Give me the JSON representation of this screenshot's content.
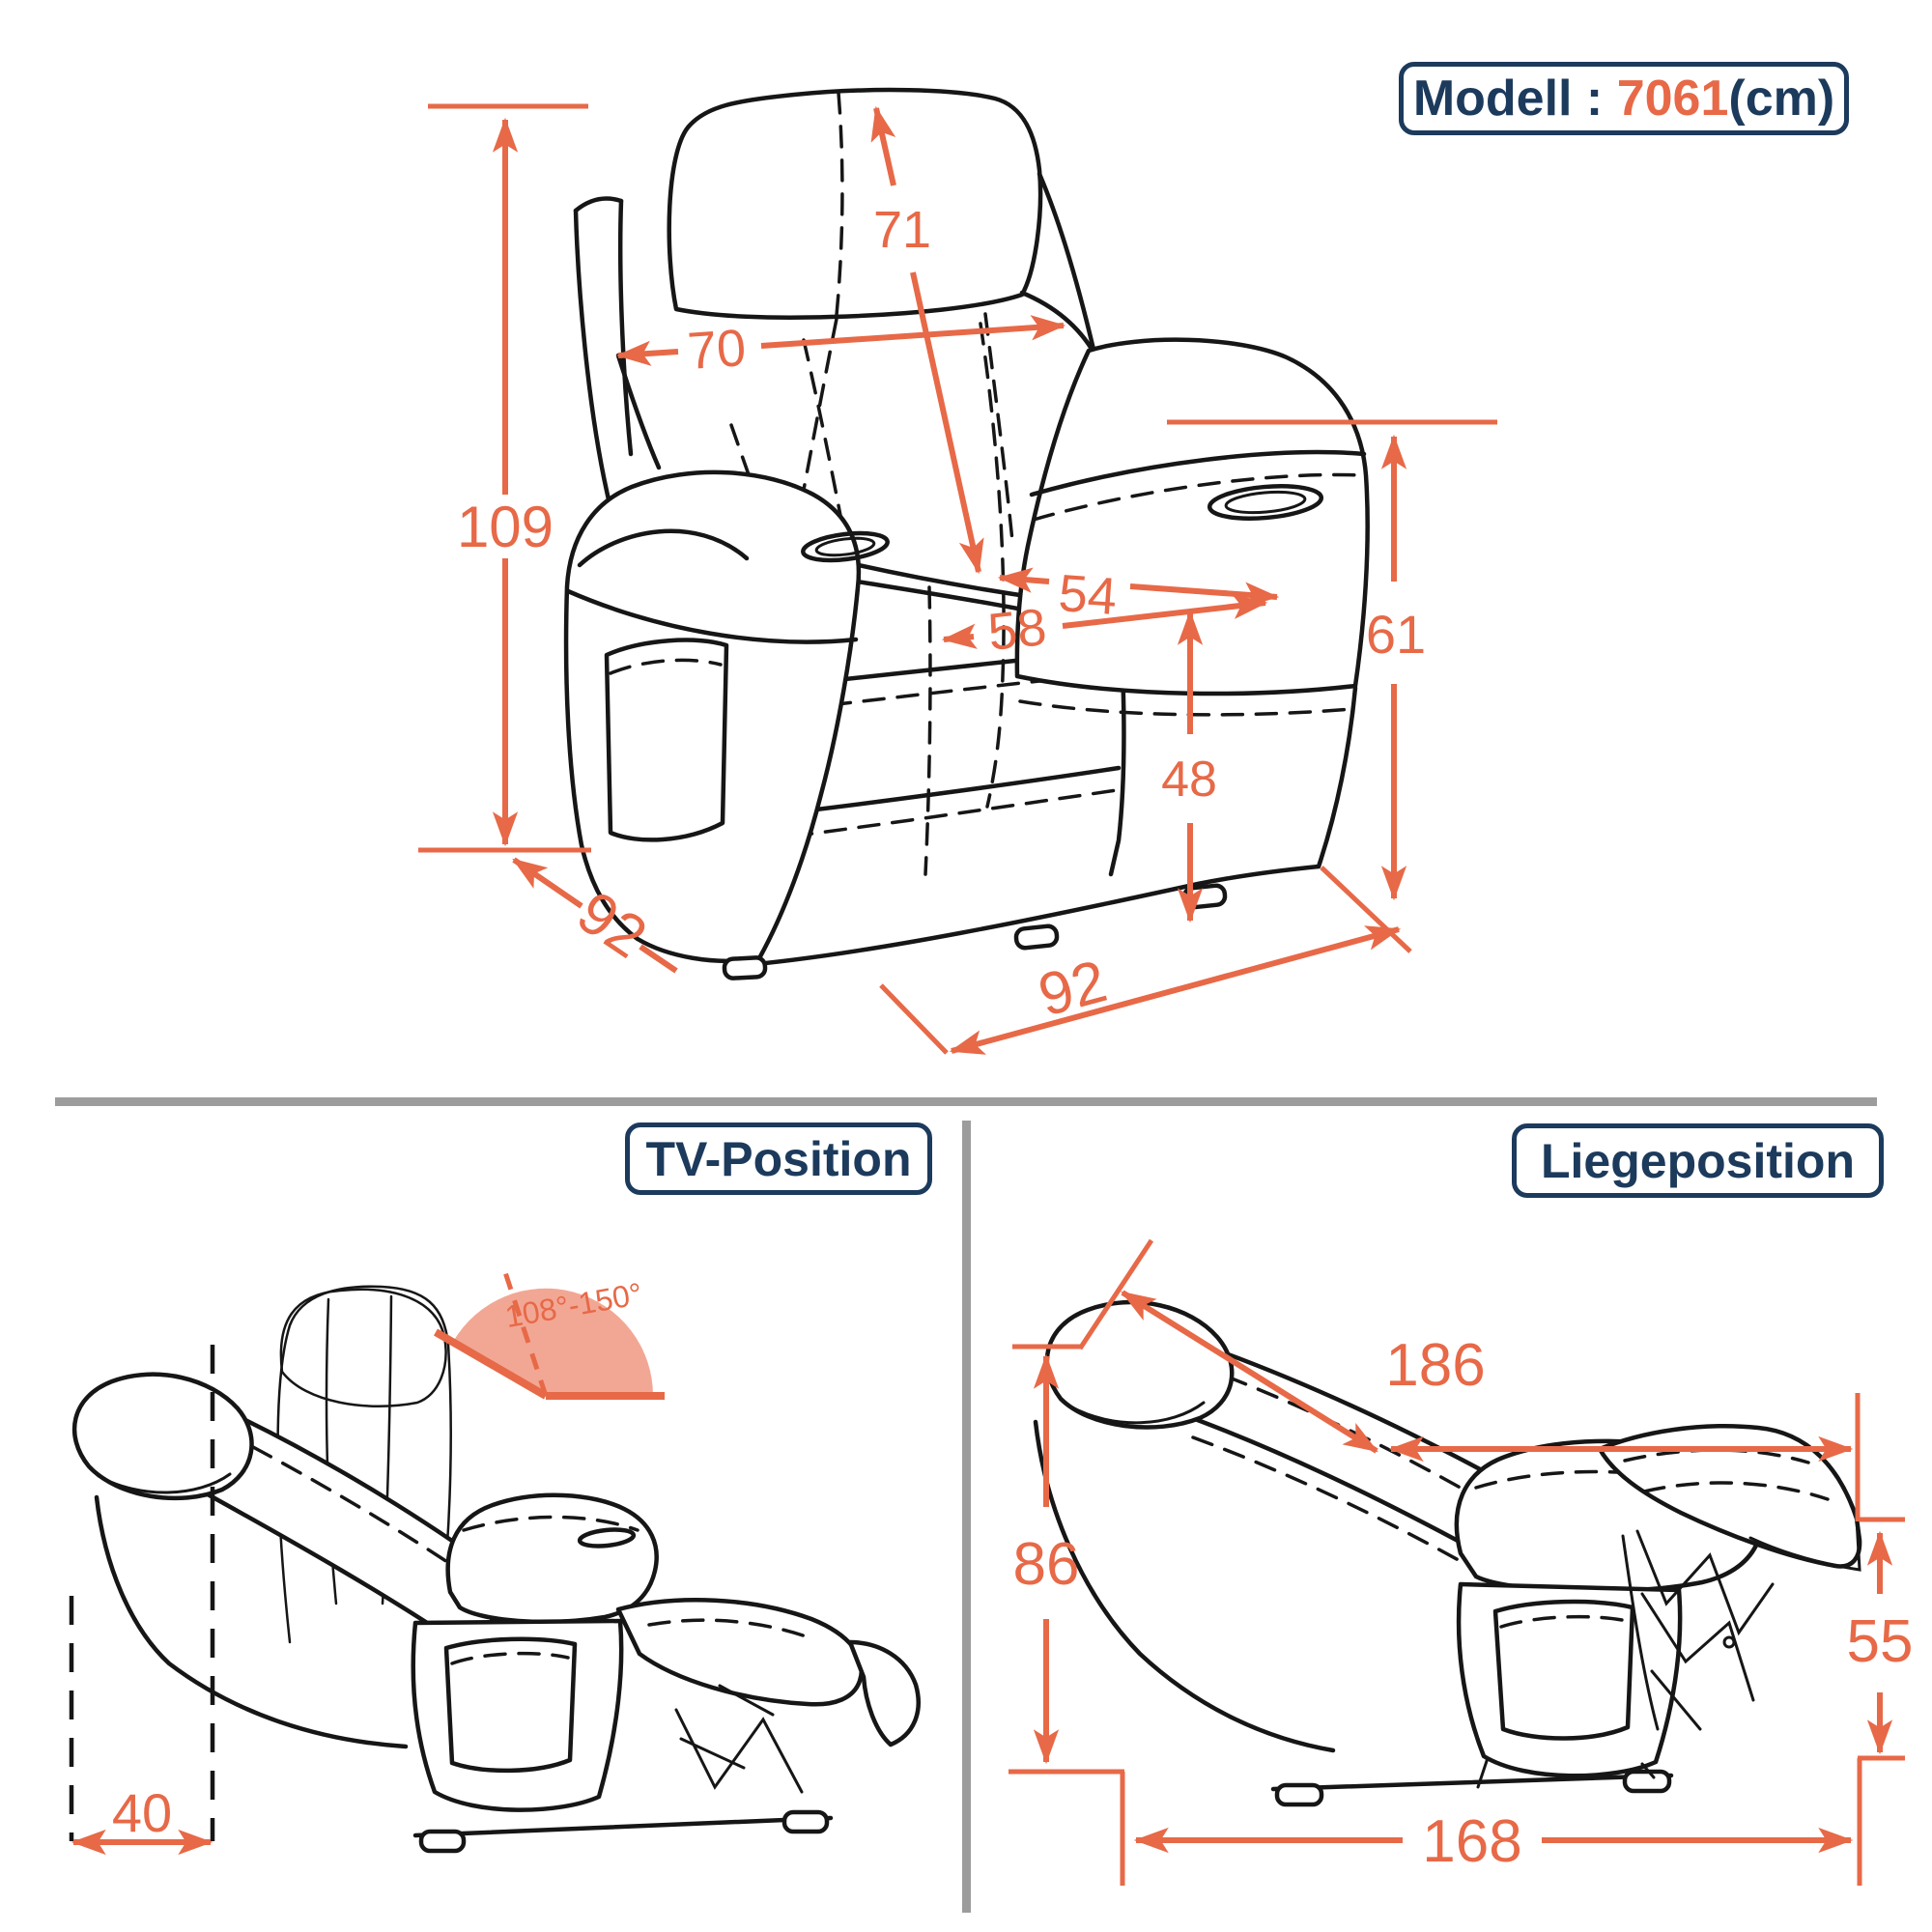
{
  "header": {
    "label_prefix": "Modell : ",
    "model_number": "7061",
    "unit_suffix": "(cm)"
  },
  "main_view": {
    "dims": {
      "total_height": "109",
      "backrest_width": "70",
      "backrest_length": "71",
      "seat_width": "54",
      "seat_depth": "58",
      "seat_height": "48",
      "armrest_height": "61",
      "side_depth": "92",
      "front_width": "92"
    }
  },
  "tv_view": {
    "title": "TV-Position",
    "angle_range": "108°-150°",
    "wall_clearance": "40"
  },
  "lying_view": {
    "title": "Liegeposition",
    "dims": {
      "total_length": "186",
      "backrest_height": "86",
      "footrest_height": "55",
      "floor_length": "168"
    }
  },
  "colors": {
    "accent": "#E76947",
    "accent_light": "#F2A795",
    "navy": "#1C3A5C",
    "line_art": "#161616",
    "divider": "#9C9C9C"
  }
}
